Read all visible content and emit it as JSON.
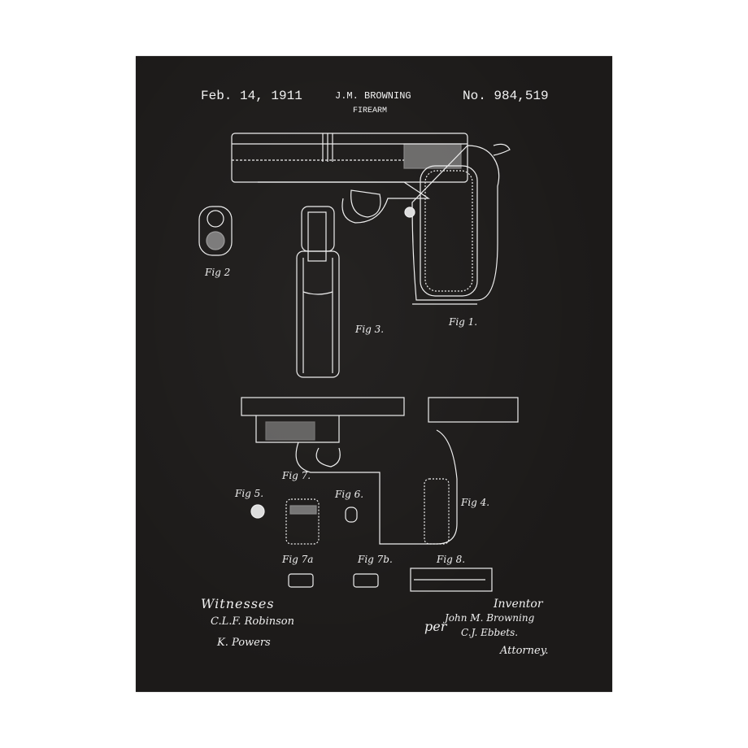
{
  "header": {
    "date": "Feb. 14, 1911",
    "inventor_name": "J.M. BROWNING",
    "title": "FIREARM",
    "patent_number": "No. 984,519"
  },
  "figures": {
    "fig1": "Fig 1.",
    "fig2": "Fig 2",
    "fig3": "Fig 3.",
    "fig4": "Fig 4.",
    "fig5": "Fig 5.",
    "fig6": "Fig 6.",
    "fig7": "Fig 7.",
    "fig7a": "Fig 7a",
    "fig7b": "Fig 7b.",
    "fig8": "Fig 8."
  },
  "signatures": {
    "witnesses_heading": "Witnesses",
    "witness1": "C.L.F. Robinson",
    "witness2": "K. Powers",
    "inventor_heading": "Inventor",
    "per": "per",
    "inventor_signature": "John M. Browning",
    "attorney_signature": "C.J. Ebbets.",
    "attorney_heading": "Attorney."
  },
  "colors": {
    "board": "#1c1a19",
    "ink": "#f0f0f0",
    "background": "#ffffff"
  }
}
